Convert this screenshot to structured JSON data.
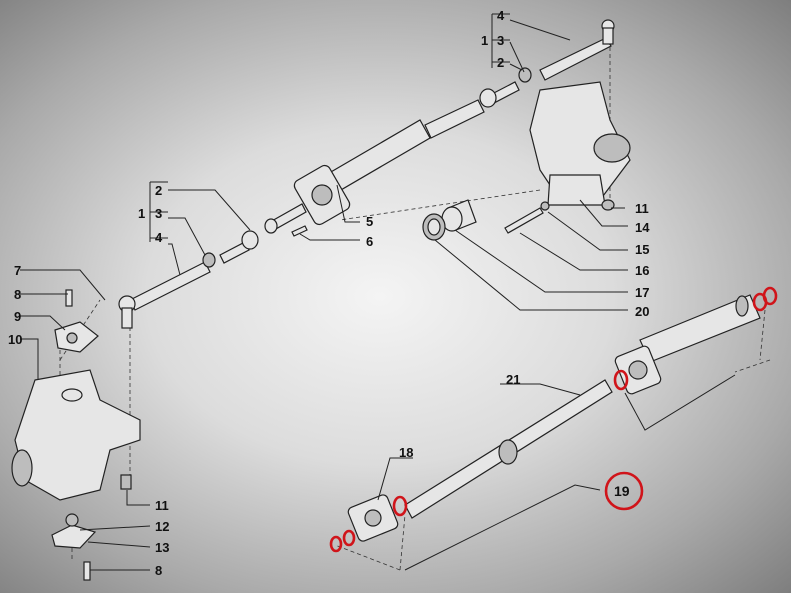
{
  "callouts": {
    "c1a": "1",
    "c2a": "2",
    "c3a": "3",
    "c4a": "4",
    "c1b": "1",
    "c2b": "2",
    "c3b": "3",
    "c4b": "4",
    "c5": "5",
    "c6": "6",
    "c7": "7",
    "c8a": "8",
    "c9": "9",
    "c10": "10",
    "c11a": "11",
    "c14": "14",
    "c15": "15",
    "c16": "16",
    "c17": "17",
    "c20": "20",
    "c21": "21",
    "c18": "18",
    "c19": "19",
    "c11b": "11",
    "c12": "12",
    "c13": "13",
    "c8b": "8"
  },
  "colors": {
    "highlight": "#d0141a",
    "background_center": "#f4f4f4",
    "background_edge": "#7e7e7e"
  },
  "highlighted_part": "19"
}
